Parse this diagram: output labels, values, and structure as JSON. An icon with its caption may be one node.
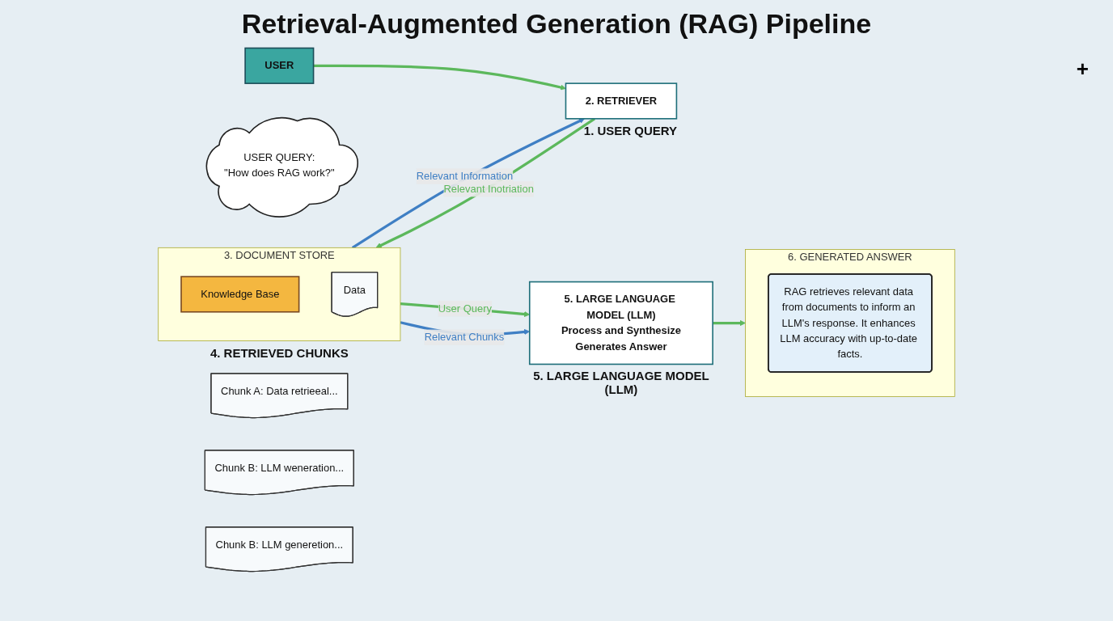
{
  "diagram": {
    "title": "Retrieval-Augmented Generation (RAG) Pipeline",
    "nodes": [
      {
        "text": [
          "USER QUERY:",
          "\"How does RAG work?\""
        ]
      },
      {
        "text": [
          "USER"
        ]
      },
      {
        "text": [
          "2. RETRIEVER"
        ],
        "beside": [
          "1. USER QUERY"
        ]
      },
      {
        "text": [
          "3. DOCUMENT STORE"
        ],
        "beside": [
          "4. RETRIEVED CHUNKS"
        ]
      },
      {
        "text": [
          "Knowledge Base"
        ],
        "in": 3
      },
      {
        "text": [
          "Data"
        ],
        "in": 3
      },
      {
        "text": [
          "5. LARGE LANGUAGE MODEL (LLM)",
          "Process and Synthesize",
          "Generates Answer"
        ],
        "beside": [
          "5. LARGE LANGUAGE MODEL (LLM)"
        ]
      },
      {
        "text": [
          "6. GENERATED ANSWER"
        ]
      },
      {
        "text": [
          "RAG retrieves relevant data from documents to inform an LLM's response. It enhances LLM accuracy with up-to-date facts."
        ],
        "in": 7
      },
      {
        "text": [
          "Chunk A: Data retrieeal..."
        ]
      },
      {
        "text": [
          "Chunk B: LLM weneration..."
        ]
      },
      {
        "text": [
          "Chunk B: LLM generetion..."
        ]
      }
    ],
    "edges": [
      {
        "from": 1,
        "to": 2,
        "arrow": "to"
      },
      {
        "from": 2,
        "to": 3,
        "arrow": "to",
        "label": "Relevant Inotriation"
      },
      {
        "from": 3,
        "to": 2,
        "arrow": "to",
        "label": "Relevant Information",
        "color": "#3f7fc4"
      },
      {
        "from": 3,
        "to": 6,
        "arrow": "to",
        "label": "User Query"
      },
      {
        "from": 3,
        "to": 6,
        "arrow": "to",
        "label": "Relevant Chunks",
        "color": "#3f7fc4"
      },
      {
        "from": 6,
        "to": 7,
        "arrow": "to"
      }
    ],
    "labels": [
      "+"
    ]
  }
}
